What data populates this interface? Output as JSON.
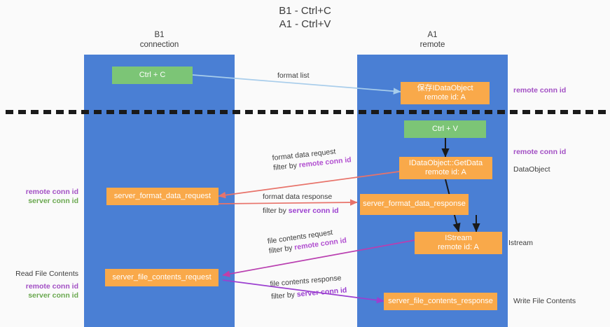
{
  "title": {
    "line1": "B1 - Ctrl+C",
    "line2": "A1 - Ctrl+V"
  },
  "columns": [
    {
      "id": "b1",
      "name": "B1",
      "role": "connection"
    },
    {
      "id": "a1",
      "name": "A1",
      "role": "remote"
    }
  ],
  "nodes": {
    "ctrl_c": {
      "line1": "Ctrl + C",
      "line2": ""
    },
    "save_idataobject": {
      "line1": "保存IDataObject",
      "line2": "remote id: A"
    },
    "ctrl_v": {
      "line1": "Ctrl + V",
      "line2": ""
    },
    "getdata": {
      "line1": "IDataObject::GetData",
      "line2": "remote id: A"
    },
    "server_format_data_request": {
      "line1": "server_format_data_request",
      "line2": ""
    },
    "server_format_data_response": {
      "line1": "server_format_data_response",
      "line2": ""
    },
    "istream": {
      "line1": "IStream",
      "line2": "remote id: A"
    },
    "server_file_contents_request": {
      "line1": "server_file_contents_request",
      "line2": ""
    },
    "server_file_contents_response": {
      "line1": "server_file_contents_response",
      "line2": ""
    }
  },
  "edge_labels": {
    "format_list": {
      "text": "format list",
      "highlight": ""
    },
    "format_data_request": {
      "text": "format data request",
      "filter_prefix": "filter by ",
      "filter_key": "remote conn id"
    },
    "format_data_response": {
      "text": "format data response",
      "filter_prefix": "filter by ",
      "filter_key": "server conn id"
    },
    "file_contents_request": {
      "text": "file contents request",
      "filter_prefix": "filter by ",
      "filter_key": "remote conn id"
    },
    "file_contents_response": {
      "text": "file contents response",
      "filter_prefix": "filter by ",
      "filter_key": "server conn id"
    }
  },
  "annotations": {
    "right_top_remote_conn_id": "remote conn id",
    "right_mid_remote_conn_id": "remote conn id",
    "right_dataobject": "DataObject",
    "right_istream": "Istream",
    "right_write_file_contents": "Write File Contents",
    "left_remote_conn_id_1": "remote conn id",
    "left_server_conn_id_1": "server conn id",
    "left_read_file_contents": "Read File Contents",
    "left_remote_conn_id_2": "remote conn id",
    "left_server_conn_id_2": "server conn id"
  },
  "colors": {
    "lane": "#4a7fd4",
    "node_orange": "#f9a94a",
    "node_green": "#7cc576",
    "purple": "#a24fc4",
    "green_text": "#6aa84f",
    "arrow_blue": "#a8cdeb",
    "arrow_red": "#e8736a",
    "arrow_black": "#1a1a1a",
    "arrow_magenta": "#c23fa8",
    "arrow_violet": "#9b3fd0",
    "background": "#fafafa"
  }
}
